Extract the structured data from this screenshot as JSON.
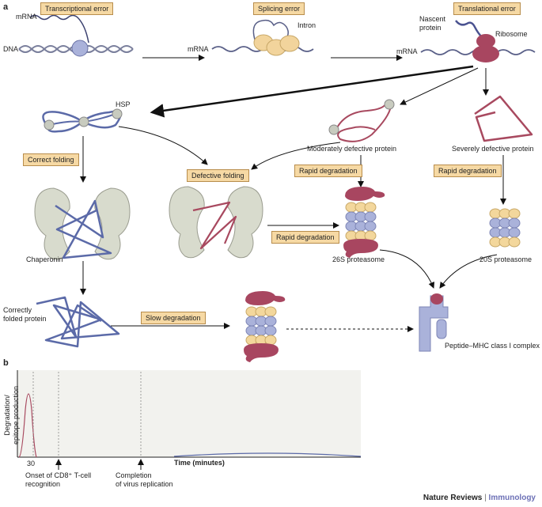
{
  "panels": {
    "a": "a",
    "b": "b"
  },
  "panel_a": {
    "boxes": {
      "transcriptional_error": "Transcriptional error",
      "splicing_error": "Splicing error",
      "translational_error": "Translational error",
      "correct_folding": "Correct folding",
      "defective_folding": "Defective folding",
      "rapid_degradation_1": "Rapid degradation",
      "rapid_degradation_2": "Rapid degradation",
      "rapid_degradation_3": "Rapid degradation",
      "slow_degradation": "Slow degradation"
    },
    "labels": {
      "mrna_1": "mRNA",
      "dna": "DNA",
      "intron": "Intron",
      "mrna_2": "mRNA",
      "nascent_protein": "Nascent\nprotein",
      "ribosome": "Ribosome",
      "mrna_3": "mRNA",
      "hsp": "HSP",
      "moderately_defective": "Moderately defective protein",
      "severely_defective": "Severely defective protein",
      "chaperonin": "Chaperonin",
      "proteasome_26s": "26S proteasome",
      "proteasome_20s": "20S proteasome",
      "correctly_folded": "Correctly\nfolded protein",
      "peptide_mhc": "Peptide–MHC class I complex"
    }
  },
  "panel_b": {
    "y_label": "Degradation/\nepitope production",
    "x_label": "Time (minutes)",
    "tick_30": "30",
    "annotations": {
      "onset": "Onset of CD8⁺ T-cell\nrecognition",
      "completion": "Completion\nof virus replication"
    }
  },
  "colors": {
    "protein_blue": "#5b6aa8",
    "protein_red": "#a8495f",
    "box_fill": "#f6d9a4",
    "chaperonin_gray": "#d8dbcd",
    "proteasome_yellow": "#f3d79c",
    "proteasome_blue": "#aab2da",
    "proteasome_cap": "#a84660"
  },
  "footer": {
    "journal": "Nature Reviews",
    "separator": "|",
    "section": "Immunology"
  }
}
